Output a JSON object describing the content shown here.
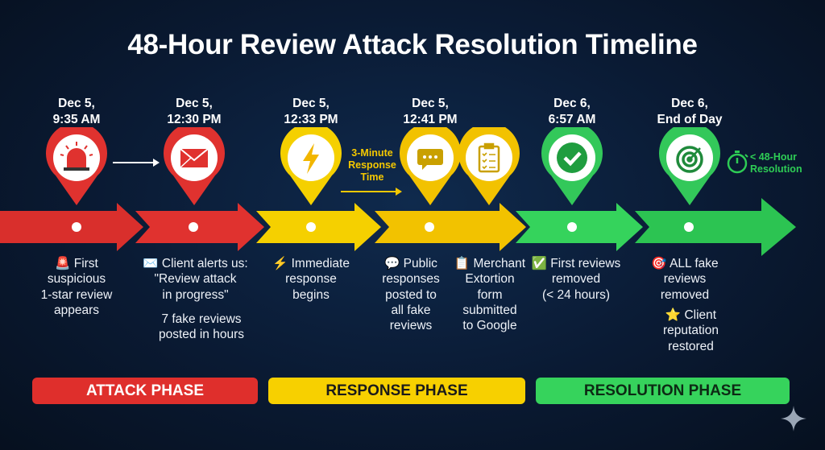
{
  "title": "48-Hour Review Attack Resolution Timeline",
  "colors": {
    "red": "#e0322f",
    "yellow": "#f5c800",
    "green": "#2ecc55",
    "background": "#0a1a33"
  },
  "events": [
    {
      "date": "Dec 5,\n9:35 AM",
      "icon": "siren-icon",
      "desc": "🚨 First\nsuspicious\n1-star review\nappears"
    },
    {
      "date": "Dec 5,\n12:30 PM",
      "icon": "envelope-icon",
      "desc": "✉️ Client alerts us:\n\"Review attack\nin progress\"",
      "extra": "7 fake reviews\nposted in hours"
    },
    {
      "date": "Dec 5,\n12:33 PM",
      "icon": "lightning-icon",
      "desc": "⚡ Immediate\nresponse\nbegins"
    },
    {
      "date": "Dec 5,\n12:41 PM",
      "icon": "chat-bubble-icon",
      "desc": "💬 Public\nresponses\nposted to\nall fake\nreviews"
    },
    {
      "icon": "clipboard-icon",
      "desc": "📋 Merchant\nExtortion\nform\nsubmitted\nto Google"
    },
    {
      "date": "Dec 6,\n6:57 AM",
      "icon": "checkmark-icon",
      "desc": "✅ First reviews\nremoved\n(< 24 hours)"
    },
    {
      "date": "Dec 6,\nEnd of Day",
      "icon": "target-icon",
      "desc": "🎯 ALL fake\nreviews\nremoved",
      "extra": "⭐ Client\nreputation\nrestored"
    }
  ],
  "annotations": {
    "response_time": "3-Minute\nResponse\nTime",
    "resolution": "< 48-Hour\nResolution"
  },
  "phases": [
    {
      "label": "ATTACK PHASE"
    },
    {
      "label": "RESPONSE PHASE"
    },
    {
      "label": "RESOLUTION PHASE"
    }
  ]
}
